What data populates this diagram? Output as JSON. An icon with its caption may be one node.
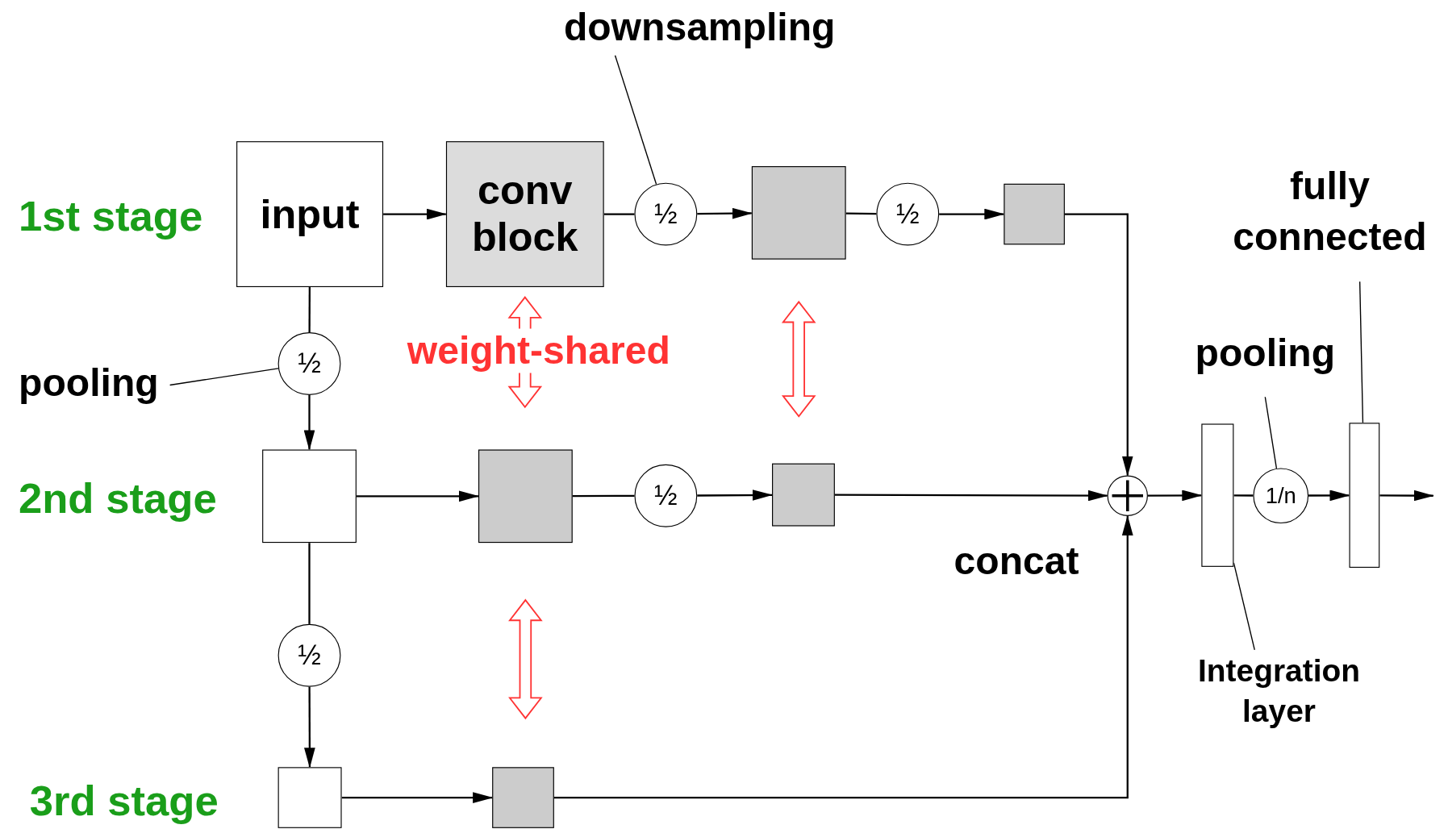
{
  "diagram": {
    "nodes": [
      {
        "text": [
          "input"
        ]
      },
      {
        "text": [
          "conv block"
        ]
      },
      {
        "text": [
          "½"
        ]
      },
      {
        "text": [],
        "shape": "box"
      },
      {
        "text": [
          "½"
        ]
      },
      {
        "text": [],
        "shape": "box"
      },
      {
        "text": [],
        "shape": "box"
      },
      {
        "text": [],
        "shape": "box"
      },
      {
        "text": [
          "½"
        ]
      },
      {
        "text": [],
        "shape": "box"
      },
      {
        "text": [
          "½"
        ]
      },
      {
        "text": [
          "½"
        ]
      },
      {
        "text": [],
        "shape": "box"
      },
      {
        "text": [],
        "shape": "box"
      },
      {
        "text": [],
        "shape": "circle"
      },
      {
        "text": [],
        "shape": "bar"
      },
      {
        "text": [
          "1/n"
        ]
      },
      {
        "text": [],
        "shape": "bar"
      },
      {
        "text": [
          "downsampling"
        ]
      },
      {
        "text": [
          "pooling"
        ]
      },
      {
        "text": [
          "pooling"
        ]
      },
      {
        "text": [
          "fully connected"
        ]
      },
      {
        "text": [
          "Integration layer"
        ]
      }
    ],
    "edges": [
      {
        "from": 0,
        "to": 1,
        "arrow": "to"
      },
      {
        "from": 1,
        "to": 2,
        "arrow": "none"
      },
      {
        "from": 2,
        "to": 3,
        "arrow": "to"
      },
      {
        "from": 3,
        "to": 4,
        "arrow": "none"
      },
      {
        "from": 4,
        "to": 5,
        "arrow": "to"
      },
      {
        "from": 5,
        "to": 14,
        "arrow": "to"
      },
      {
        "from": 0,
        "to": 10,
        "arrow": "none"
      },
      {
        "from": 10,
        "to": 6,
        "arrow": "to"
      },
      {
        "from": 6,
        "to": 7,
        "arrow": "to"
      },
      {
        "from": 7,
        "to": 8,
        "arrow": "none"
      },
      {
        "from": 8,
        "to": 9,
        "arrow": "to"
      },
      {
        "from": 9,
        "to": 14,
        "arrow": "to"
      },
      {
        "from": 6,
        "to": 11,
        "arrow": "none"
      },
      {
        "from": 11,
        "to": 12,
        "arrow": "to"
      },
      {
        "from": 12,
        "to": 13,
        "arrow": "to"
      },
      {
        "from": 13,
        "to": 14,
        "arrow": "to"
      },
      {
        "from": 14,
        "to": 15,
        "arrow": "to"
      },
      {
        "from": 15,
        "to": 16,
        "arrow": "none"
      },
      {
        "from": 16,
        "to": 17,
        "arrow": "to"
      },
      {
        "from": 17,
        "to": null,
        "arrow": "to"
      },
      {
        "from": 1,
        "to": 7,
        "arrow": "both",
        "color": "#ff3333"
      },
      {
        "from": 3,
        "to": 9,
        "arrow": "both",
        "color": "#ff3333"
      },
      {
        "from": 7,
        "to": 13,
        "arrow": "both",
        "color": "#ff3333"
      },
      {
        "from": 18,
        "to": 2,
        "arrow": "none"
      },
      {
        "from": 19,
        "to": 10,
        "arrow": "none"
      },
      {
        "from": 20,
        "to": 16,
        "arrow": "none"
      },
      {
        "from": 21,
        "to": 17,
        "arrow": "none"
      },
      {
        "from": 22,
        "to": 15,
        "arrow": "none"
      }
    ],
    "labels": [
      "1st stage",
      "weight-shared",
      "2nd stage",
      "concat",
      "3rd stage"
    ]
  }
}
